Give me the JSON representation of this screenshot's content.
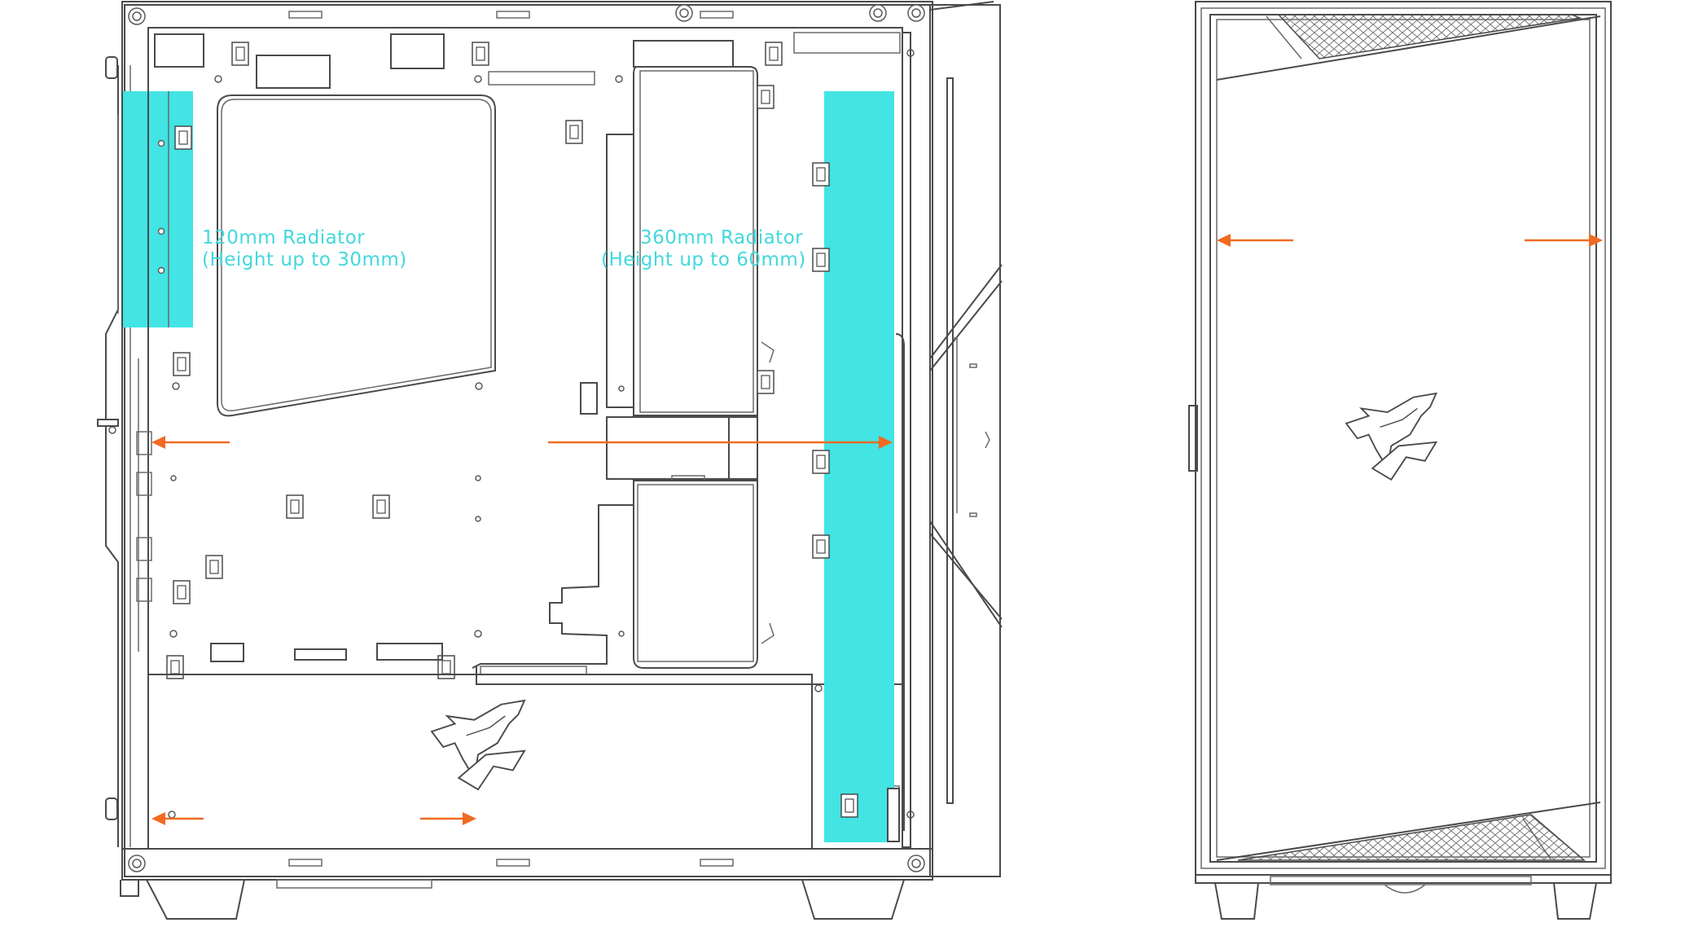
{
  "radiators": [
    {
      "name": "120mm Radiator",
      "note": "(Height up to 30mm)"
    },
    {
      "name": "360mm Radiator",
      "note": "(Height up to 60mm)"
    }
  ],
  "colors": {
    "radiator_zone": "#42e4e4",
    "airflow_arrow": "#f26a21",
    "label_text": "#42d8dc",
    "outline": "#4a4a4a"
  },
  "icons": [
    "aorus-eagle-logo",
    "airflow-arrow"
  ]
}
